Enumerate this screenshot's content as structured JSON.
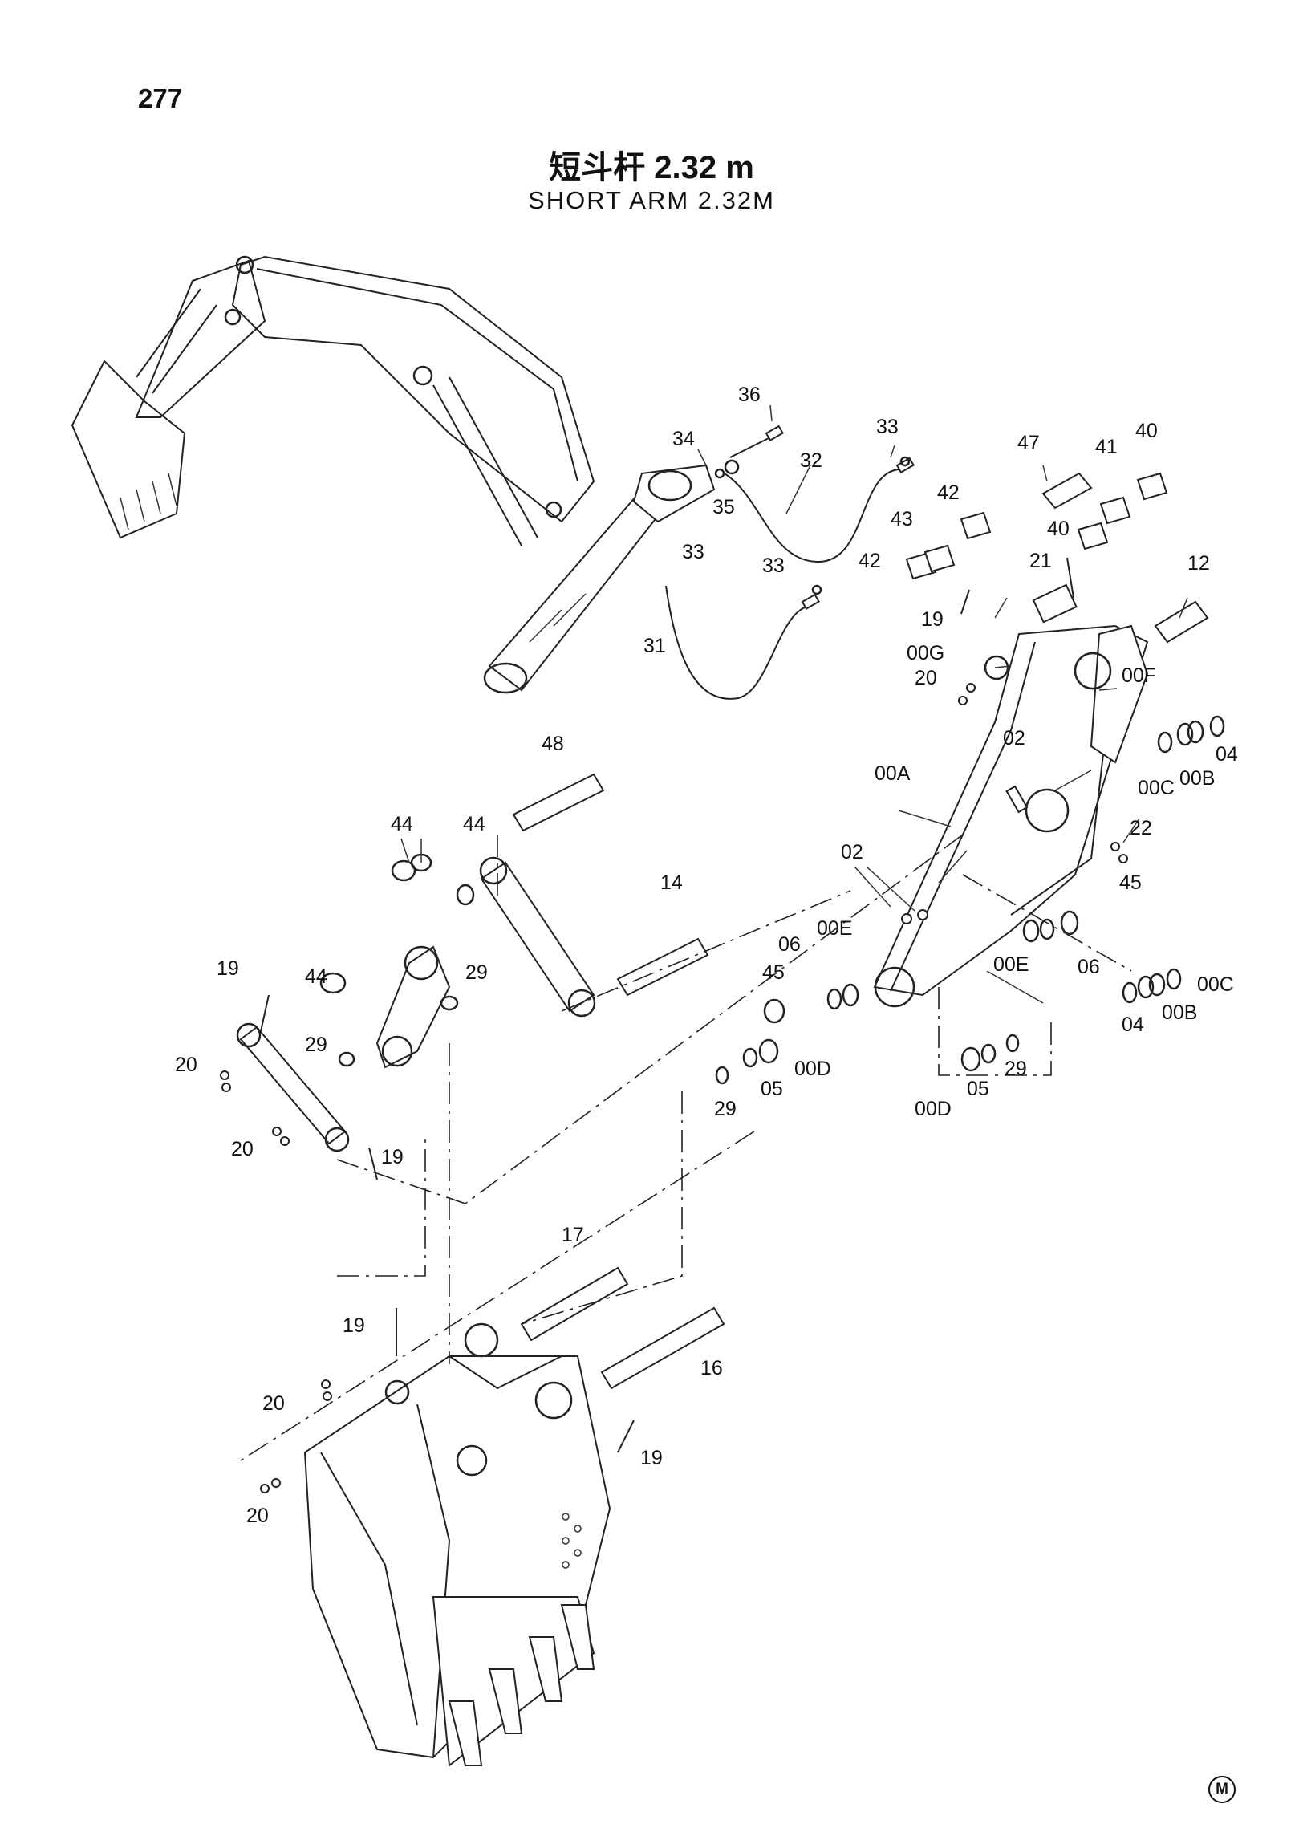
{
  "page_number": "277",
  "title_cn": "短斗杆 2.32 m",
  "title_en": "SHORT ARM 2.32M",
  "mark": "M",
  "callouts": [
    "36",
    "34",
    "33",
    "32",
    "35",
    "47",
    "41",
    "40",
    "43",
    "42",
    "33",
    "33",
    "31",
    "40",
    "21",
    "12",
    "42",
    "19",
    "00G",
    "00F",
    "20",
    "02",
    "04",
    "00C",
    "00B",
    "00A",
    "48",
    "44",
    "44",
    "02",
    "22",
    "14",
    "45",
    "00E",
    "06",
    "44",
    "29",
    "19",
    "45",
    "06",
    "00E",
    "00C",
    "04",
    "00B",
    "29",
    "20",
    "00D",
    "05",
    "29",
    "00D",
    "05",
    "29",
    "20",
    "19",
    "17",
    "19",
    "16",
    "20",
    "19",
    "20"
  ]
}
